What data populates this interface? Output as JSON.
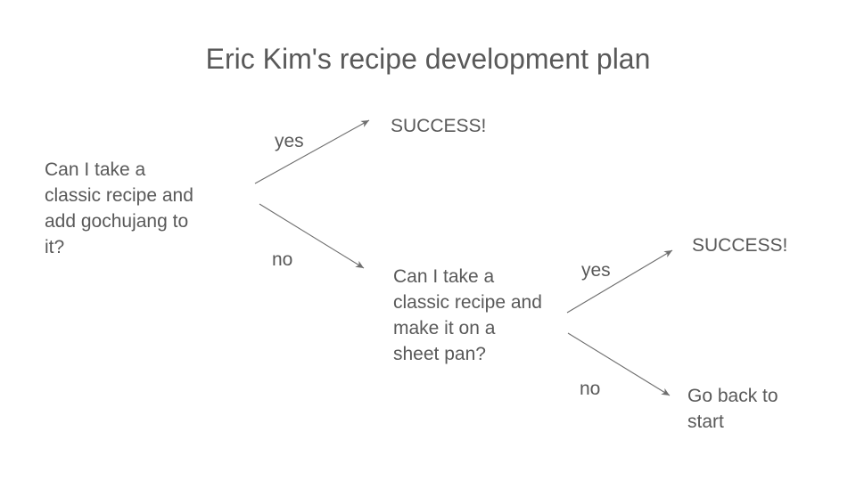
{
  "title": "Eric Kim's recipe development plan",
  "nodes": {
    "q1": {
      "text": "Can I take a\nclassic recipe and\nadd gochujang to\nit?"
    },
    "success1": {
      "text": "SUCCESS!"
    },
    "q2": {
      "text": "Can I take a\nclassic recipe and\nmake it on a\nsheet pan?"
    },
    "success2": {
      "text": "SUCCESS!"
    },
    "goback": {
      "text": "Go back to\nstart"
    }
  },
  "edges": [
    {
      "label": "yes",
      "from": "q1",
      "to": "success1"
    },
    {
      "label": "no",
      "from": "q1",
      "to": "q2"
    },
    {
      "label": "yes",
      "from": "q2",
      "to": "success2"
    },
    {
      "label": "no",
      "from": "q2",
      "to": "goback"
    }
  ],
  "colors": {
    "text": "#595959",
    "arrow": "#6e6e6e",
    "background": "#ffffff"
  }
}
